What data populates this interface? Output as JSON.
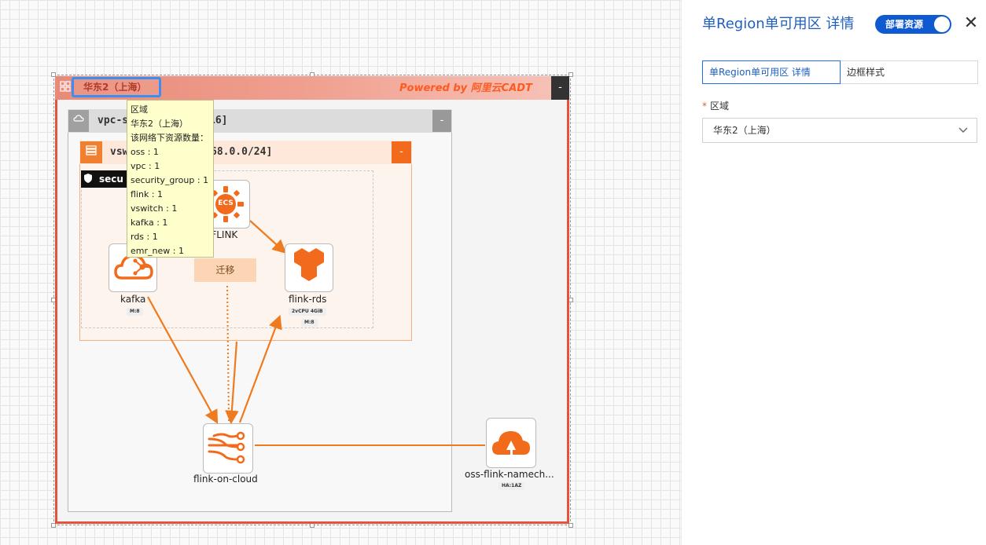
{
  "canvas": {
    "region": {
      "name": "华东2（上海）",
      "powered_by": "Powered by 阿里云CADT",
      "collapse": "-"
    },
    "vpc": {
      "label_prefix": "vpc-s",
      "label_suffix": "16]",
      "collapse": "-"
    },
    "vswitch": {
      "label_prefix": "vsw",
      "label_suffix": "68.0.0/24]",
      "collapse": "-"
    },
    "security_group": {
      "label": "secu"
    },
    "nodes": {
      "ecs": {
        "icon_text": "ECS",
        "label": "-FLINK"
      },
      "kafka": {
        "label": "kafka",
        "tag": "M:8"
      },
      "rds": {
        "label": "flink-rds",
        "tag1": "2vCPU  4GiB",
        "tag2": "M:8"
      },
      "flink_cloud": {
        "label": "flink-on-cloud"
      },
      "oss": {
        "label": "oss-flink-namech...",
        "tag": "HA:1AZ"
      }
    },
    "migrate_button": "迁移",
    "tooltip": {
      "lines": [
        "区域",
        "华东2（上海）",
        "该网络下资源数量：",
        "oss : 1",
        "vpc : 1",
        "security_group : 1",
        "flink : 1",
        "vswitch : 1",
        "kafka : 1",
        "rds : 1",
        "emr_new : 1"
      ]
    }
  },
  "panel": {
    "title": "单Region单可用区 详情",
    "toggle_label": "部署资源",
    "toggle_on": true,
    "close": "✕",
    "tabs": [
      {
        "label": "单Region单可用区 详情",
        "active": true
      },
      {
        "label": "边框样式",
        "active": false
      }
    ],
    "field": {
      "required_mark": "*",
      "label": "区域",
      "value": "华东2（上海）"
    }
  },
  "colors": {
    "region_border": "#e5533c",
    "accent_orange": "#f26b1d",
    "primary_blue": "#0f5ad1",
    "tooltip_bg": "#ffffcc"
  }
}
